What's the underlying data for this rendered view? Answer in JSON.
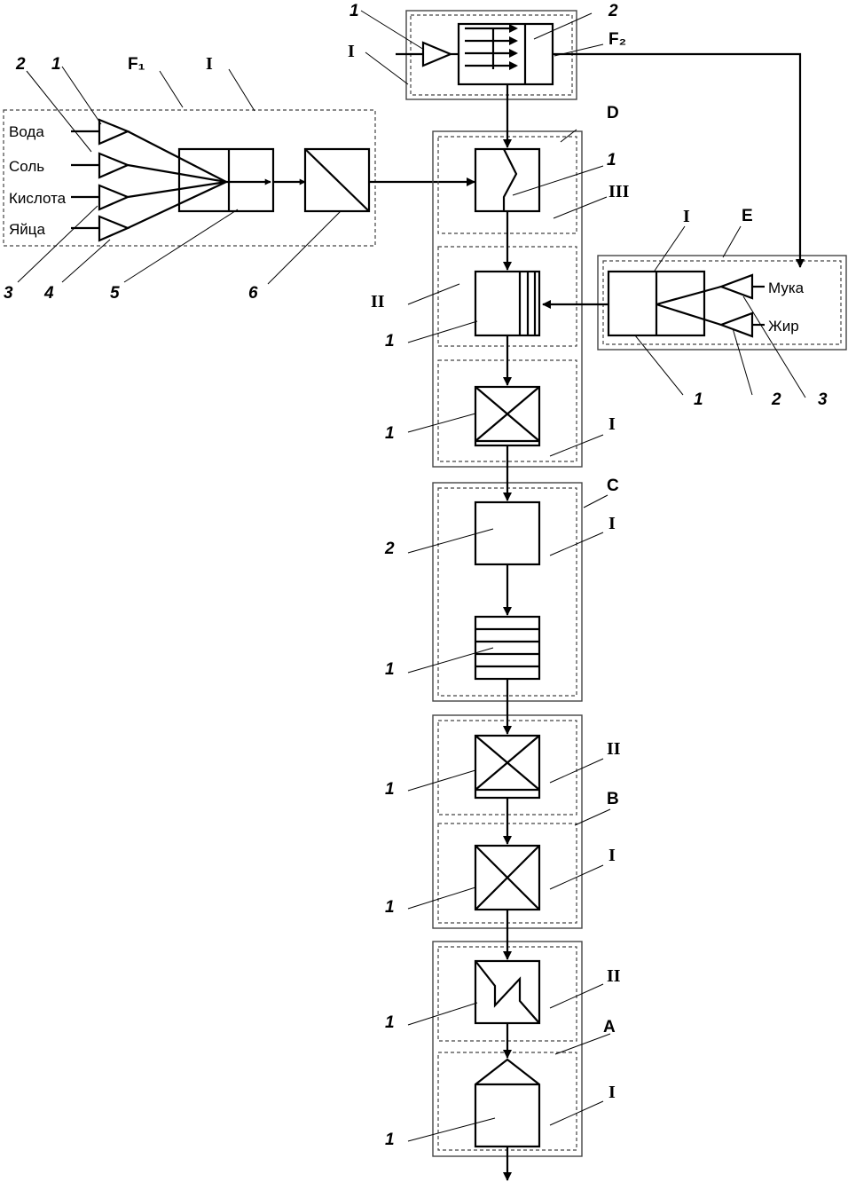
{
  "ingredients_left": [
    "Вода",
    "Соль",
    "Кислота",
    "Яйца"
  ],
  "ingredients_right": [
    "Мука",
    "Жир"
  ],
  "section_letters": [
    "A",
    "B",
    "C",
    "D",
    "E",
    "F₁",
    "F₂"
  ],
  "roman": {
    "one": "I",
    "two": "II",
    "three": "III"
  },
  "nums": {
    "n1": "1",
    "n2": "2",
    "n3": "3",
    "n4": "4",
    "n5": "5",
    "n6": "6"
  }
}
